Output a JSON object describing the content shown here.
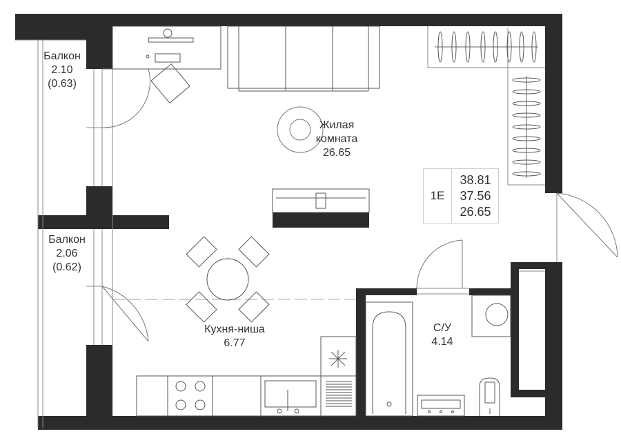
{
  "colors": {
    "wall": "#2b2b2b",
    "line": "#555555",
    "thin": "#9a9a9a",
    "text": "#333333"
  },
  "rooms": {
    "living": {
      "name_line1": "Жилая",
      "name_line2": "комната",
      "area": "26.65"
    },
    "kitchen": {
      "name": "Кухня-ниша",
      "area": "6.77"
    },
    "bathroom": {
      "name": "С/У",
      "area": "4.14"
    }
  },
  "balconies": [
    {
      "name": "Балкон",
      "area": "2.10",
      "reduced": "(0.63)"
    },
    {
      "name": "Балкон",
      "area": "2.06",
      "reduced": "(0.62)"
    }
  ],
  "summary": {
    "code": "1Е",
    "total": "38.81",
    "total_reduced": "37.56",
    "living": "26.65"
  }
}
